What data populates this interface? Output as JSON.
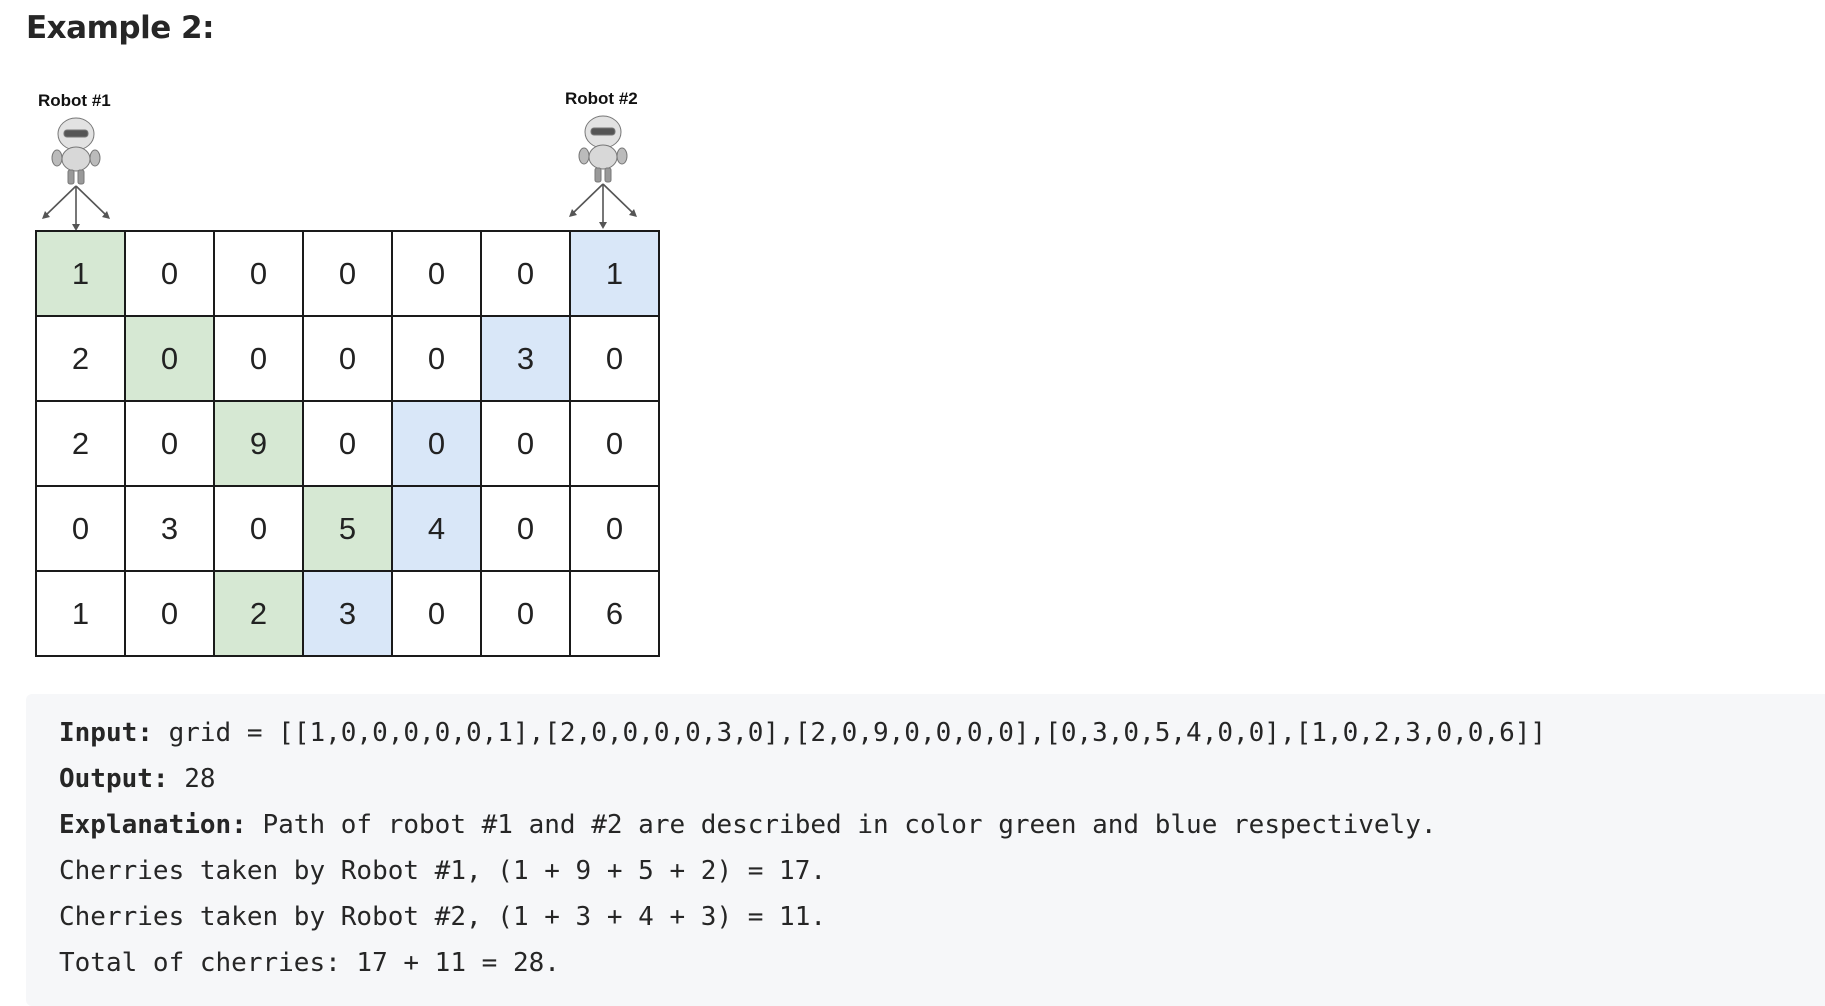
{
  "heading": "Example 2:",
  "robots": [
    {
      "label": "Robot #1"
    },
    {
      "label": "Robot #2"
    }
  ],
  "grid": [
    [
      1,
      0,
      0,
      0,
      0,
      0,
      1
    ],
    [
      2,
      0,
      0,
      0,
      0,
      3,
      0
    ],
    [
      2,
      0,
      9,
      0,
      0,
      0,
      0
    ],
    [
      0,
      3,
      0,
      5,
      4,
      0,
      0
    ],
    [
      1,
      0,
      2,
      3,
      0,
      0,
      6
    ]
  ],
  "paths": {
    "robot1": {
      "color": "green",
      "hex": "#d6e8d3",
      "cells": [
        [
          0,
          0
        ],
        [
          1,
          1
        ],
        [
          2,
          2
        ],
        [
          3,
          3
        ],
        [
          4,
          2
        ]
      ]
    },
    "robot2": {
      "color": "blue",
      "hex": "#d9e7f8",
      "cells": [
        [
          0,
          6
        ],
        [
          1,
          5
        ],
        [
          2,
          4
        ],
        [
          3,
          4
        ],
        [
          4,
          3
        ]
      ]
    }
  },
  "example": {
    "input_label": "Input:",
    "input_value": "grid = [[1,0,0,0,0,0,1],[2,0,0,0,0,3,0],[2,0,9,0,0,0,0],[0,3,0,5,4,0,0],[1,0,2,3,0,0,6]]",
    "output_label": "Output:",
    "output_value": "28",
    "explanation_label": "Explanation:",
    "explanation_value": "Path of robot #1 and #2 are described in color green and blue respectively.",
    "line_robot1": "Cherries taken by Robot #1, (1 + 9 + 5 + 2) = 17.",
    "line_robot2": "Cherries taken by Robot #2, (1 + 3 + 4 + 3) = 11.",
    "line_total": "Total of cherries: 17 + 11 = 28."
  }
}
